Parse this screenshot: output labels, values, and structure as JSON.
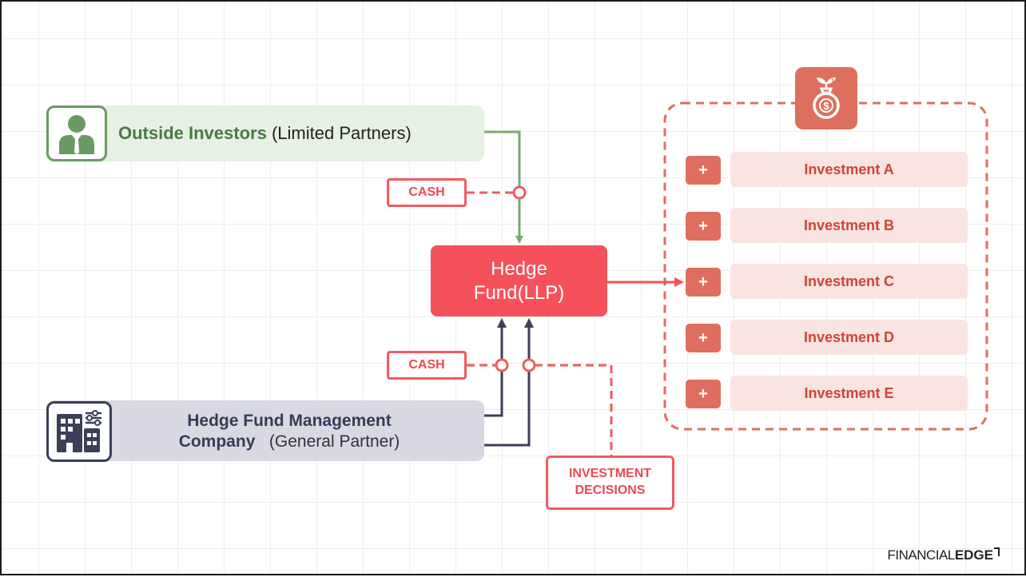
{
  "investor": {
    "name": "Outside Investors",
    "role": "(Limited Partners)"
  },
  "hedge_fund": {
    "line1": "Hedge",
    "line2": "Fund(LLP)"
  },
  "management": {
    "line1": "Hedge Fund Management",
    "line2_bold": "Company",
    "line2_role": "(General Partner)"
  },
  "flows": {
    "cash_in": "CASH",
    "cash_gp": "CASH",
    "decisions_line1": "INVESTMENT",
    "decisions_line2": "DECISIONS"
  },
  "investments": [
    {
      "plus": "+",
      "label": "Investment A"
    },
    {
      "plus": "+",
      "label": "Investment B"
    },
    {
      "plus": "+",
      "label": "Investment C"
    },
    {
      "plus": "+",
      "label": "Investment D"
    },
    {
      "plus": "+",
      "label": "Investment E"
    }
  ],
  "brand": {
    "light": "FINANCIAL",
    "bold": "EDGE"
  },
  "icons": {
    "investor": "person-in-suit-icon",
    "management": "office-building-icon",
    "investments": "money-bag-plant-icon"
  },
  "colors": {
    "green": "#6a9a63",
    "navy": "#3c3f58",
    "red": "#f5515a",
    "salmon": "#de6f5f"
  }
}
